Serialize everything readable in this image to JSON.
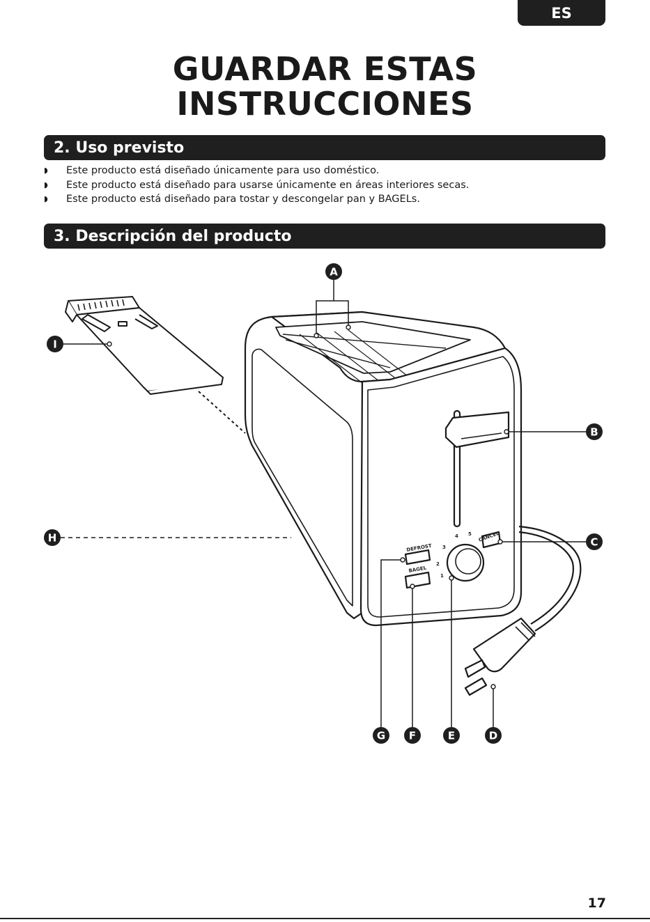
{
  "language_tab": "ES",
  "title": {
    "line1": "GUARDAR ESTAS",
    "line2": "INSTRUCCIONES"
  },
  "section_intended_use": {
    "heading": "2. Uso previsto",
    "bullets": [
      "Este producto está diseñado únicamente para uso doméstico.",
      "Este producto está diseñado para usarse únicamente en áreas interiores secas.",
      "Este producto está diseñado para tostar y descongelar pan y BAGELs."
    ]
  },
  "section_description": {
    "heading": "3. Descripción del producto"
  },
  "diagram": {
    "callouts": [
      "A",
      "B",
      "C",
      "D",
      "E",
      "F",
      "G",
      "H",
      "I"
    ],
    "button_labels": {
      "defrost": "DEFROST",
      "bagel": "BAGEL",
      "cancel": "CANCEL"
    },
    "dial_numbers": [
      "1",
      "2",
      "3",
      "4",
      "5"
    ]
  },
  "page_number": "17"
}
